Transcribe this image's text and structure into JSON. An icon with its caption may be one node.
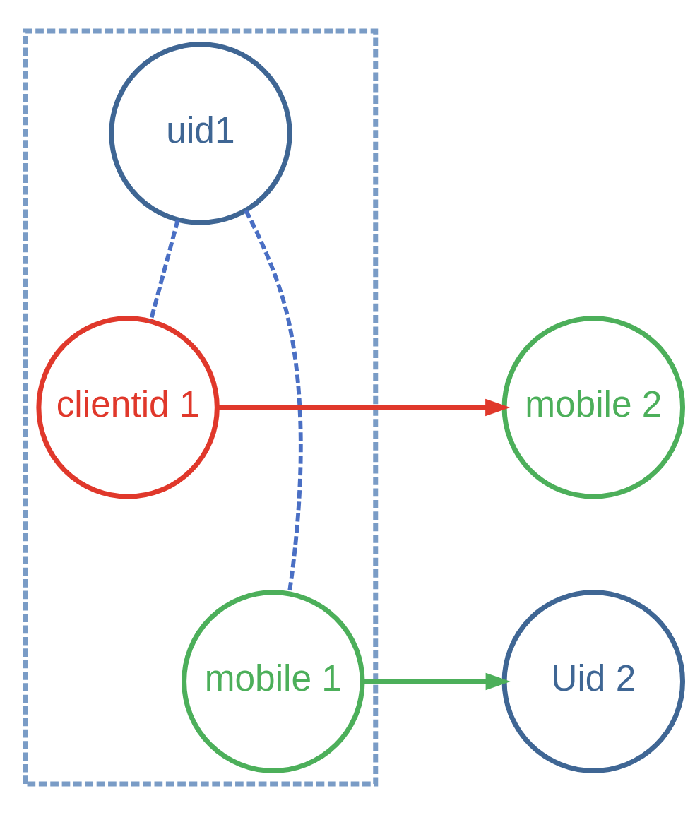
{
  "diagram": {
    "nodes": [
      {
        "text": [],
        "shape": "box"
      },
      {
        "text": [
          "uid1"
        ],
        "in": 0
      },
      {
        "text": [
          "clientid 1"
        ],
        "in": 0
      },
      {
        "text": [
          "mobile 1"
        ],
        "in": 0
      },
      {
        "text": [
          "mobile 2"
        ]
      },
      {
        "text": [
          "Uid 2"
        ]
      }
    ],
    "edges": [
      {
        "from": 1,
        "to": 2,
        "arrow": "none",
        "style": "dashed",
        "color": "#4a6fc4"
      },
      {
        "from": 1,
        "to": 3,
        "arrow": "none",
        "style": "dashed",
        "color": "#4a6fc4"
      },
      {
        "from": 2,
        "to": 4,
        "arrow": "to",
        "color": "#e0382b"
      },
      {
        "from": 3,
        "to": 5,
        "arrow": "to",
        "color": "#4caf5a"
      }
    ]
  }
}
